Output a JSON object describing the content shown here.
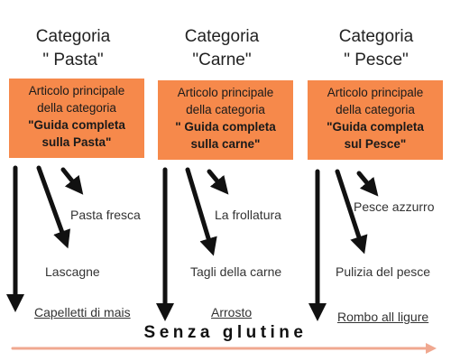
{
  "categories": [
    {
      "title_line1": "Categoria",
      "title_line2": "\" Pasta\"",
      "box_line1": "Articolo principale",
      "box_line2": "della categoria",
      "box_line3": "\"Guida completa",
      "box_line4": "sulla Pasta\"",
      "items": [
        "Pasta fresca",
        "Lascagne",
        "Capelletti di mais"
      ]
    },
    {
      "title_line1": "Categoria",
      "title_line2": "\"Carne\"",
      "box_line1": "Articolo principale",
      "box_line2": "della categoria",
      "box_line3": "\" Guida completa",
      "box_line4": "sulla carne\"",
      "items": [
        "La frollatura",
        "Tagli della carne",
        "Arrosto"
      ]
    },
    {
      "title_line1": "Categoria",
      "title_line2": "\" Pesce\"",
      "box_line1": "Articolo principale",
      "box_line2": "della categoria",
      "box_line3": "\"Guida completa",
      "box_line4": "sul Pesce\"",
      "items": [
        "Pesce azzurro",
        "Pulizia del pesce",
        "Rombo all ligure"
      ]
    }
  ],
  "footer": {
    "label": "Senza glutine"
  },
  "colors": {
    "box": "#f6894b",
    "footer_arrow": "#f0a890",
    "arrow": "#111111"
  }
}
